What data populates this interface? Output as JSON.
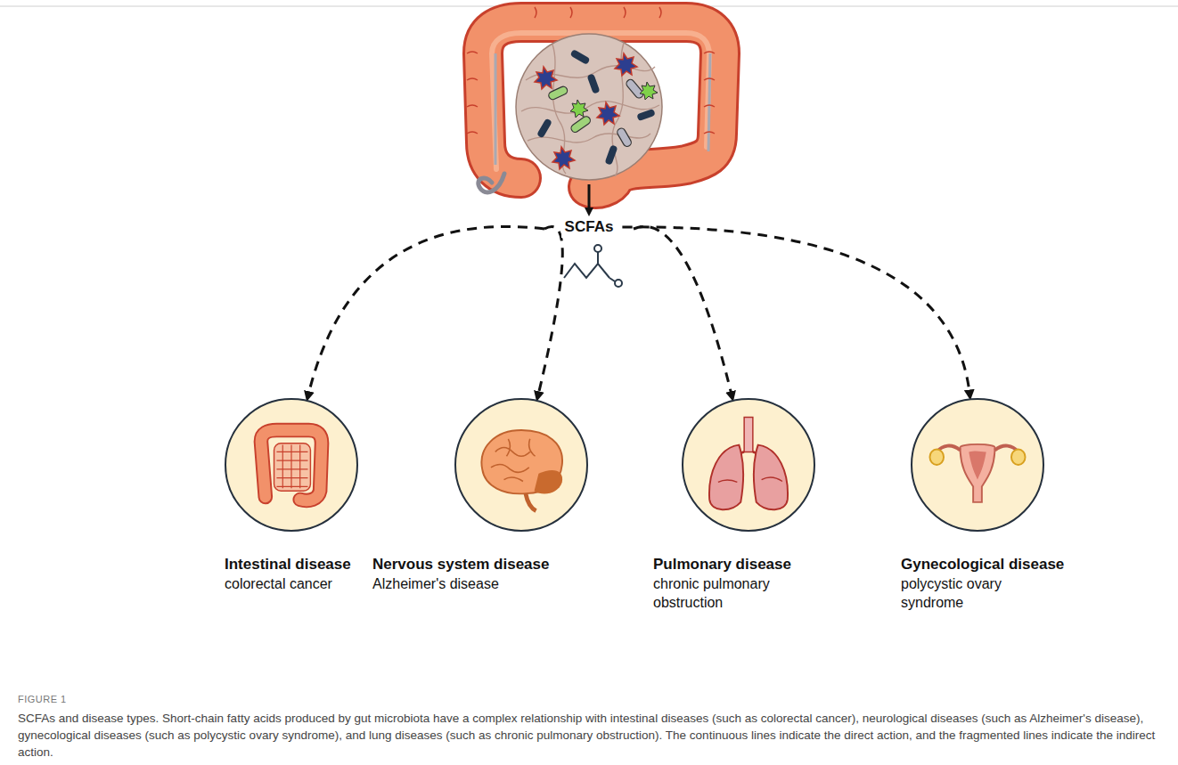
{
  "diagram": {
    "caption": "SCFAs and disease types. Short-chain fatty acids produced by gut microbiota have a complex relationship with intestinal diseases (such as colorectal cancer), neurological diseases (such as Alzheimer's disease), gynecological diseases (such as polycystic ovary syndrome), and lung diseases (such as chronic pulmonary obstruction). The continuous lines indicate the direct action, and the fragmented lines indicate the indirect action.",
    "nodes": [
      {
        "text": [
          "SCFAs"
        ]
      },
      {
        "text": [
          "Intestinal disease",
          "colorectal cancer"
        ]
      },
      {
        "text": [
          "Nervous system disease",
          "Alzheimer's disease"
        ]
      },
      {
        "text": [
          "Pulmonary disease",
          "chronic pulmonary obstruction"
        ]
      },
      {
        "text": [
          "Gynecological disease",
          "polycystic ovary syndrome"
        ]
      }
    ],
    "edges": [
      {
        "from": 0,
        "to": 1,
        "arrow": "to"
      },
      {
        "from": 0,
        "to": 2,
        "arrow": "to"
      },
      {
        "from": 0,
        "to": 3,
        "arrow": "to"
      },
      {
        "from": 0,
        "to": 4,
        "arrow": "to"
      }
    ],
    "labels": [
      "FIGURE 1"
    ]
  }
}
